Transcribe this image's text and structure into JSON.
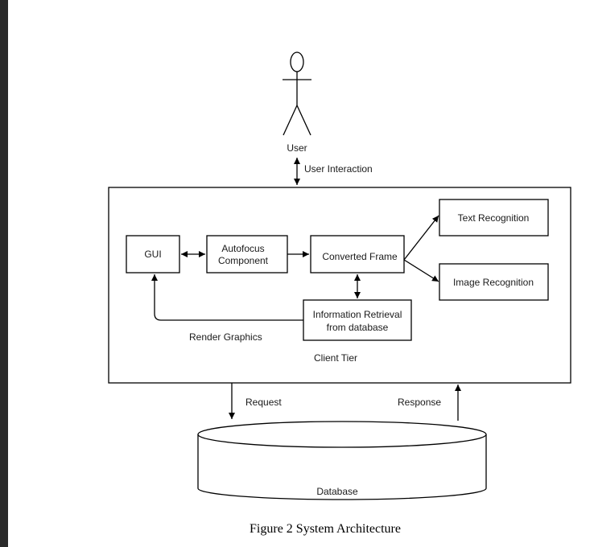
{
  "diagram": {
    "actor_label": "User",
    "user_interaction_label": "User Interaction",
    "nodes": {
      "gui": "GUI",
      "autofocus_line1": "Autofocus",
      "autofocus_line2": "Component",
      "converted_frame": "Converted Frame",
      "text_recognition": "Text Recognition",
      "image_recognition": "Image Recognition",
      "info_retrieval_line1": "Information Retrieval",
      "info_retrieval_line2": "from database"
    },
    "render_graphics_label": "Render Graphics",
    "client_tier_label": "Client Tier",
    "request_label": "Request",
    "response_label": "Response",
    "database_label": "Database",
    "caption": "Figure 2 System Architecture"
  }
}
